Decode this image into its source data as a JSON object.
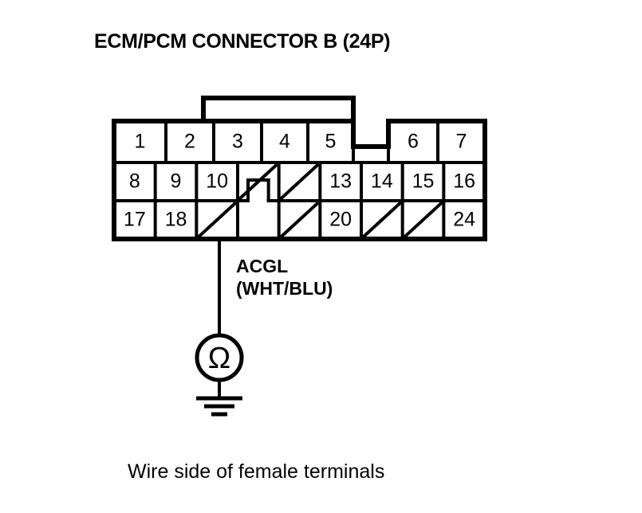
{
  "title": "ECM/PCM CONNECTOR B (24P)",
  "caption": "Wire side of female terminals",
  "wire": {
    "name": "ACGL",
    "colors": "(WHT/BLU)"
  },
  "meter": {
    "symbol": "Ω",
    "type": "ohmmeter",
    "ground": "chassis-ground"
  },
  "connector": {
    "name": "ECM/PCM CONNECTOR B",
    "pin_count": "24P",
    "rows": [
      {
        "row": 1,
        "cells": [
          {
            "label": "1",
            "type": "pin"
          },
          {
            "label": "2",
            "type": "pin"
          },
          {
            "label": "3",
            "type": "pin"
          },
          {
            "label": "4",
            "type": "pin"
          },
          {
            "label": "5",
            "type": "pin"
          },
          {
            "label": "",
            "type": "notch-down"
          },
          {
            "label": "6",
            "type": "pin"
          },
          {
            "label": "7",
            "type": "pin"
          }
        ]
      },
      {
        "row": 2,
        "cells": [
          {
            "label": "8",
            "type": "pin"
          },
          {
            "label": "9",
            "type": "pin"
          },
          {
            "label": "10",
            "type": "pin"
          },
          {
            "label": "",
            "type": "blank"
          },
          {
            "label": "",
            "type": "blank"
          },
          {
            "label": "13",
            "type": "pin"
          },
          {
            "label": "14",
            "type": "pin"
          },
          {
            "label": "15",
            "type": "pin"
          },
          {
            "label": "16",
            "type": "pin"
          }
        ]
      },
      {
        "row": 3,
        "cells": [
          {
            "label": "17",
            "type": "pin"
          },
          {
            "label": "18",
            "type": "pin"
          },
          {
            "label": "",
            "type": "blank-probed"
          },
          {
            "label": "",
            "type": "notch-up"
          },
          {
            "label": "",
            "type": "blank"
          },
          {
            "label": "20",
            "type": "pin"
          },
          {
            "label": "",
            "type": "blank"
          },
          {
            "label": "",
            "type": "blank"
          },
          {
            "label": "24",
            "type": "pin"
          }
        ]
      }
    ]
  },
  "colors": {
    "line": "#000000",
    "background": "#ffffff"
  }
}
